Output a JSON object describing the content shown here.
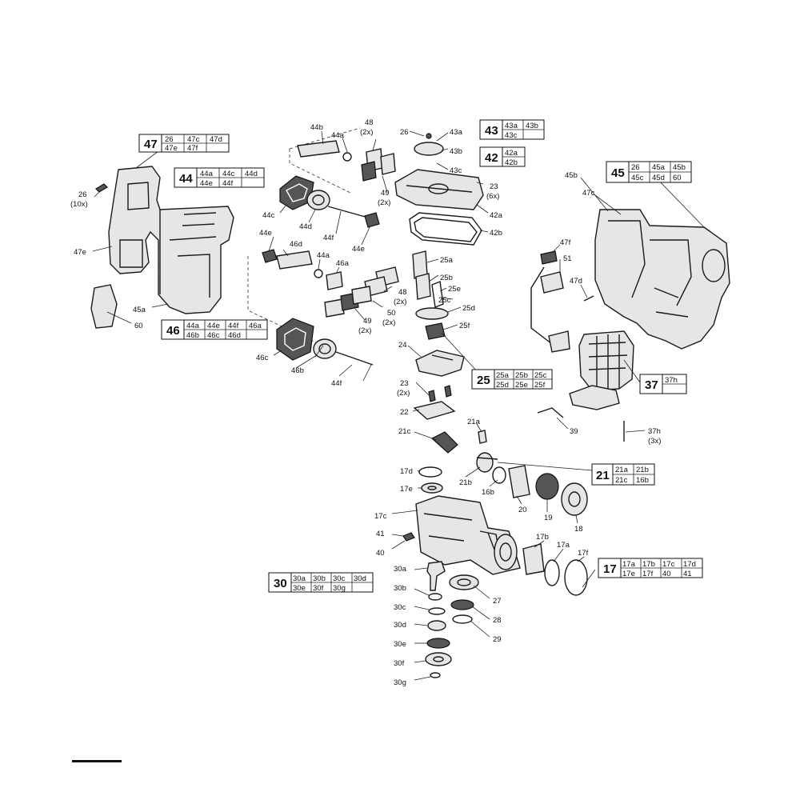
{
  "labels": {
    "l26a": "26",
    "l10x": "(10x)",
    "l47e": "47e",
    "l60": "60",
    "l45a": "45a",
    "l44b": "44b",
    "l44a1": "44a",
    "l48a": "48",
    "l2xa": "(2x)",
    "l49a": "49",
    "l2xb": "(2x)",
    "l44c": "44c",
    "l44d": "44d",
    "l44f1": "44f",
    "l44e1": "44e",
    "l44e2": "44e",
    "l46d": "46d",
    "l44a2": "44a",
    "l46a": "46a",
    "l48b": "48",
    "l2xc": "(2x)",
    "l50": "50",
    "l2xd": "(2x)",
    "l49b": "49",
    "l2xe": "(2x)",
    "l46c": "46c",
    "l46b": "46b",
    "l44f2": "44f",
    "l26b": "26",
    "l43a": "43a",
    "l43b": "43b",
    "l43c": "43c",
    "l23a": "23",
    "l6x": "(6x)",
    "l42a": "42a",
    "l42b": "42b",
    "l25a": "25a",
    "l25b": "25b",
    "l25e": "25e",
    "l25c": "25c",
    "l25d": "25d",
    "l25f": "25f",
    "l24": "24",
    "l23b": "23",
    "l2xf": "(2x)",
    "l22": "22",
    "l21a": "21a",
    "l21c": "21c",
    "l17d": "17d",
    "l17e": "17e",
    "l21b": "21b",
    "l16b": "16b",
    "l20": "20",
    "l19": "19",
    "l18": "18",
    "l17c": "17c",
    "l41": "41",
    "l40": "40",
    "l17b": "17b",
    "l17a": "17a",
    "l17f": "17f",
    "l30a": "30a",
    "l30b": "30b",
    "l30c": "30c",
    "l30d": "30d",
    "l30e": "30e",
    "l30f": "30f",
    "l30g": "30g",
    "l27": "27",
    "l28": "28",
    "l29": "29",
    "l45b": "45b",
    "l47c": "47c",
    "l47f": "47f",
    "l51": "51",
    "l47d": "47d",
    "l39": "39",
    "l37h": "37h",
    "l3x": "(3x)"
  },
  "boxes": {
    "b47": {
      "main": "47",
      "r1": [
        "26",
        "47c",
        "47d"
      ],
      "r2": [
        "47e",
        "47f",
        ""
      ]
    },
    "b44": {
      "main": "44",
      "r1": [
        "44a",
        "44c",
        "44d"
      ],
      "r2": [
        "44e",
        "44f",
        ""
      ]
    },
    "b46": {
      "main": "46",
      "r1": [
        "44a",
        "44e",
        "44f",
        "46a"
      ],
      "r2": [
        "46b",
        "46c",
        "46d",
        ""
      ]
    },
    "b43": {
      "main": "43",
      "r1": [
        "43a",
        "43b"
      ],
      "r2": [
        "43c",
        ""
      ]
    },
    "b42": {
      "main": "42",
      "r1": [
        "42a"
      ],
      "r2": [
        "42b"
      ]
    },
    "b45": {
      "main": "45",
      "r1": [
        "26",
        "45a",
        "45b"
      ],
      "r2": [
        "45c",
        "45d",
        "60"
      ]
    },
    "b25": {
      "main": "25",
      "r1": [
        "25a",
        "25b",
        "25c"
      ],
      "r2": [
        "25d",
        "25e",
        "25f"
      ]
    },
    "b37": {
      "main": "37",
      "r1": [
        "37h"
      ],
      "r2": []
    },
    "b21": {
      "main": "21",
      "r1": [
        "21a",
        "21b"
      ],
      "r2": [
        "21c",
        "16b"
      ]
    },
    "b30": {
      "main": "30",
      "r1": [
        "30a",
        "30b",
        "30c",
        "30d"
      ],
      "r2": [
        "30e",
        "30f",
        "30g",
        ""
      ]
    },
    "b17": {
      "main": "17",
      "r1": [
        "17a",
        "17b",
        "17c",
        "17d"
      ],
      "r2": [
        "17e",
        "17f",
        "40",
        "41"
      ]
    }
  }
}
